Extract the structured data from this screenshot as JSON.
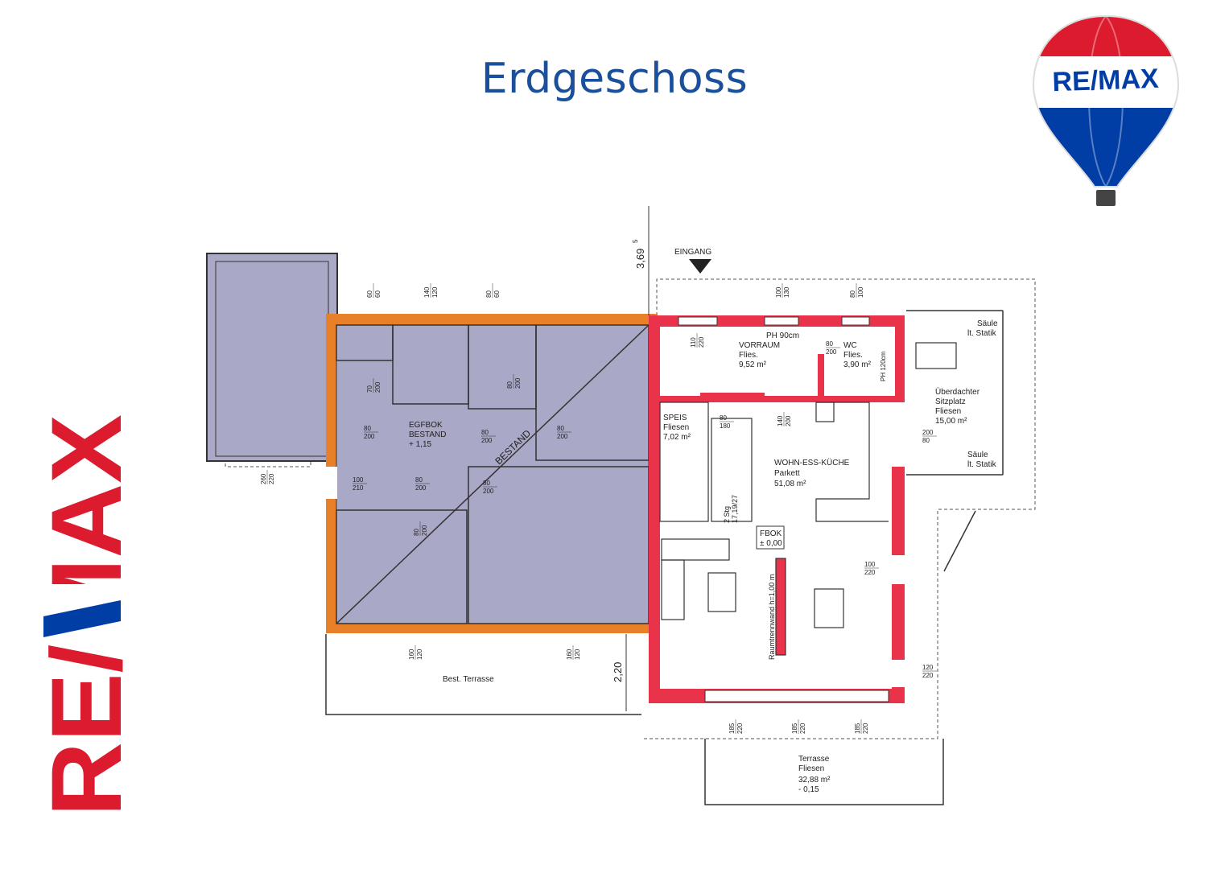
{
  "title": "Erdgeschoss",
  "brand": {
    "name": "RE/MAX",
    "colors": {
      "red": "#dc1c2e",
      "blue": "#003da5",
      "title_blue": "#1a4f9c"
    }
  },
  "plan": {
    "colors": {
      "existing_fill": "#a9a8c6",
      "new_wall": "#e8334a",
      "old_wall": "#e8802a"
    },
    "entrance": "EINGANG",
    "existing_marker": "BESTAND",
    "dimensions": {
      "top_height": "3,69",
      "top_height_sup": "5",
      "bottom_height": "2,20"
    },
    "rooms": {
      "vorraum": {
        "name": "VORRAUM",
        "floor": "Flies.",
        "area": "9,52 m²"
      },
      "wc": {
        "name": "WC",
        "floor": "Flies.",
        "area": "3,90 m²"
      },
      "speis": {
        "name": "SPEIS",
        "floor": "Fliesen",
        "area": "7,02 m²"
      },
      "wohn": {
        "name": "WOHN-ESS-KÜCHE",
        "floor": "Parkett",
        "area": "51,08 m²"
      },
      "sitzplatz": {
        "line1": "Überdachter",
        "line2": "Sitzplatz",
        "floor": "Fliesen",
        "area": "15,00 m²"
      },
      "terrasse": {
        "name": "Terrasse",
        "floor": "Fliesen",
        "area": "32,88 m²",
        "level": "- 0,15"
      },
      "best_terrasse": {
        "name": "Best. Terrasse"
      },
      "egfbok": {
        "line1": "EGFBOK",
        "line2": "BESTAND",
        "line3": "+ 1,15"
      },
      "fbok": {
        "line1": "FBOK",
        "line2": "± 0,00"
      }
    },
    "notes": {
      "saeule_top": {
        "line1": "Säule",
        "line2": "lt. Statik"
      },
      "saeule_bottom": {
        "line1": "Säule",
        "line2": "lt. Statik"
      },
      "ph90": "PH 90cm",
      "ph120": "PH 120cm",
      "raumtrennwand": "Raumtrennwand h=1,00 m",
      "stair": "2 Stg",
      "stair_dim": "17,19/27"
    },
    "openings": [
      {
        "a": "60",
        "b": "60"
      },
      {
        "a": "140",
        "b": "120"
      },
      {
        "a": "80",
        "b": "60"
      },
      {
        "a": "70",
        "b": "200"
      },
      {
        "a": "80",
        "b": "200"
      },
      {
        "a": "80",
        "b": "200"
      },
      {
        "a": "80",
        "b": "200"
      },
      {
        "a": "80",
        "b": "200"
      },
      {
        "a": "100",
        "b": "210"
      },
      {
        "a": "80",
        "b": "200"
      },
      {
        "a": "80",
        "b": "200"
      },
      {
        "a": "80",
        "b": "200"
      },
      {
        "a": "260",
        "b": "220"
      },
      {
        "a": "160",
        "b": "120"
      },
      {
        "a": "160",
        "b": "120"
      },
      {
        "a": "110",
        "b": "220"
      },
      {
        "a": "100",
        "b": "130"
      },
      {
        "a": "80",
        "b": "100"
      },
      {
        "a": "80",
        "b": "200"
      },
      {
        "a": "80",
        "b": "180"
      },
      {
        "a": "140",
        "b": "200"
      },
      {
        "a": "200",
        "b": "80"
      },
      {
        "a": "100",
        "b": "220"
      },
      {
        "a": "120",
        "b": "220"
      },
      {
        "a": "185",
        "b": "220"
      },
      {
        "a": "185",
        "b": "220"
      },
      {
        "a": "185",
        "b": "220"
      }
    ]
  }
}
